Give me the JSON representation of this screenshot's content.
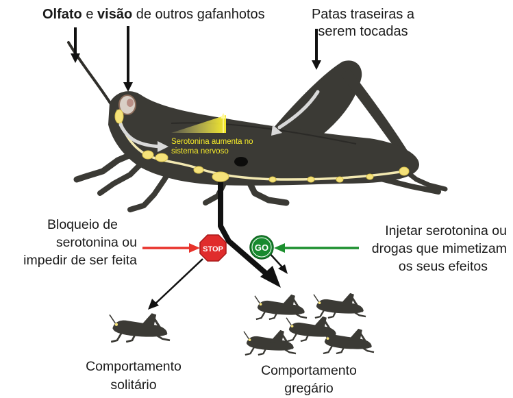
{
  "labels": {
    "olfato": "Olfato",
    "e": " e ",
    "visao": "visão",
    "outros": " de outros gafanhotos",
    "patas_line1": "Patas traseiras a",
    "patas_line2": "serem tocadas",
    "serotonina_line1": "Serotonina aumenta no",
    "serotonina_line2": "sistema nervoso",
    "bloqueio_line1": "Bloqueio de",
    "bloqueio_line2": "serotonina ou",
    "bloqueio_line3": "impedir de ser feita",
    "injetar_line1": "Injetar serotonina ou",
    "injetar_line2": "drogas que mimetizam",
    "injetar_line3": "os seus efeitos",
    "solitario_line1": "Comportamento",
    "solitario_line2": "solitário",
    "gregario_line1": "Comportamento",
    "gregario_line2": "gregário"
  },
  "signs": {
    "stop": "STOP",
    "go": "GO"
  },
  "colors": {
    "body": "#3b3a35",
    "nerve": "#f3e9b2",
    "ganglion": "#f5e27a",
    "serotonin": "#f5ea2a",
    "stop_red": "#e02c2c",
    "go_green": "#178a2e",
    "arrow_red": "#e8322a",
    "arrow_green": "#1c8f2e"
  }
}
